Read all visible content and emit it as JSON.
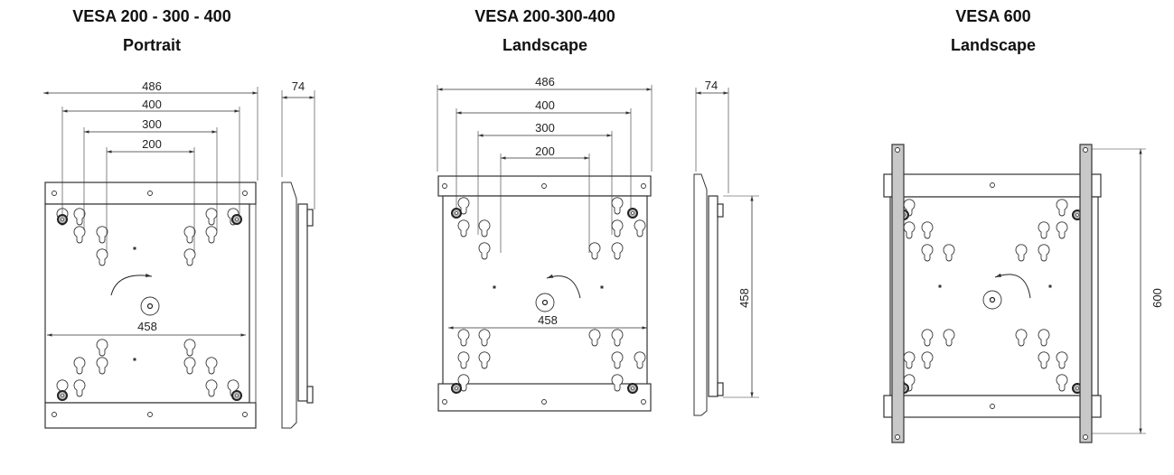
{
  "panels": [
    {
      "title": "VESA 200 - 300 - 400",
      "subtitle": "Portrait",
      "dims": {
        "overall": "486",
        "d400": "400",
        "d300": "300",
        "d200": "200",
        "inner": "458",
        "depth": "74"
      }
    },
    {
      "title": "VESA 200-300-400",
      "subtitle": "Landscape",
      "dims": {
        "overall": "486",
        "d400": "400",
        "d300": "300",
        "d200": "200",
        "inner": "458",
        "depth": "74",
        "height": "458"
      }
    },
    {
      "title": "VESA 600",
      "subtitle": "Landscape",
      "dims": {
        "height": "600"
      }
    }
  ],
  "colors": {
    "line": "#333333",
    "strap": "#c8c8c8",
    "fill": "#ffffff"
  }
}
